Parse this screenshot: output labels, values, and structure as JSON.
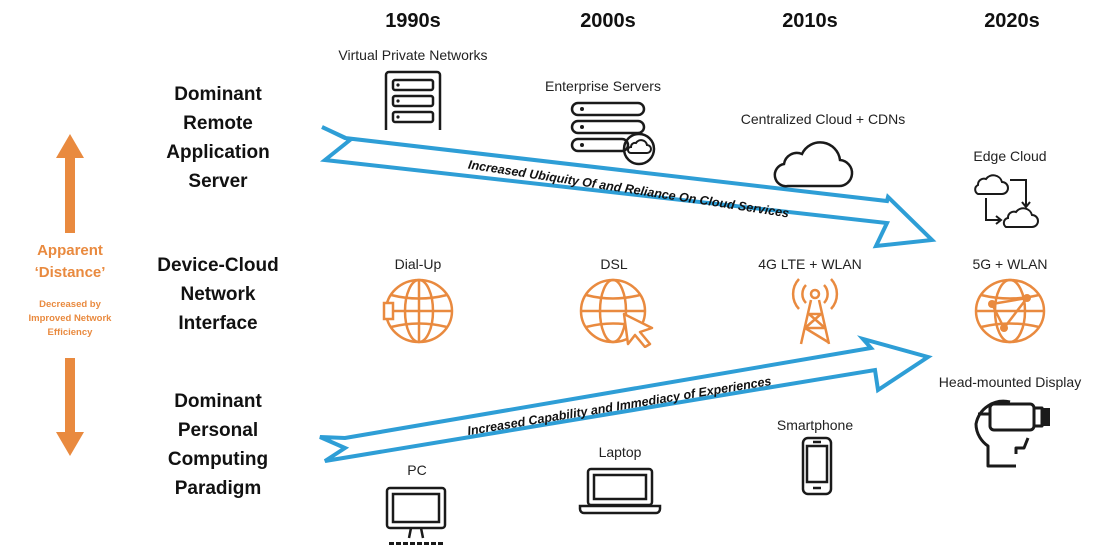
{
  "decades": [
    "1990s",
    "2000s",
    "2010s",
    "2020s"
  ],
  "row_labels": {
    "server": [
      "Dominant",
      "Remote",
      "Application",
      "Server"
    ],
    "network": [
      "Device-Cloud",
      "Network",
      "Interface"
    ],
    "computing": [
      "Dominant",
      "Personal",
      "Computing",
      "Paradigm"
    ]
  },
  "side": {
    "title_1": "Apparent",
    "title_2": "‘Distance’",
    "sub_1": "Decreased by",
    "sub_2": "Improved Network",
    "sub_3": "Efficiency"
  },
  "server_items": {
    "vpn": "Virtual Private Networks",
    "enterprise": "Enterprise Servers",
    "cloud": "Centralized Cloud + CDNs",
    "edge": "Edge Cloud"
  },
  "network_items": {
    "dialup": "Dial-Up",
    "dsl": "DSL",
    "lte": "4G LTE + WLAN",
    "fiveg": "5G + WLAN"
  },
  "computing_items": {
    "pc": "PC",
    "laptop": "Laptop",
    "smartphone": "Smartphone",
    "hmd": "Head-mounted Display"
  },
  "arrows": {
    "top": "Increased Ubiquity Of and Reliance On Cloud Services",
    "bottom": "Increased Capability and Immediacy of Experiences"
  },
  "colors": {
    "orange": "#e98a3f",
    "blue": "#2e9ed6",
    "ink": "#1a1a1a"
  },
  "icons": [
    "server-rack-icon",
    "server-cloud-icon",
    "cloud-icon",
    "edge-cloud-sync-icon",
    "globe-icon",
    "globe-cursor-icon",
    "antenna-tower-icon",
    "globe-network-icon",
    "desktop-pc-icon",
    "laptop-icon",
    "smartphone-icon",
    "vr-headset-icon"
  ]
}
